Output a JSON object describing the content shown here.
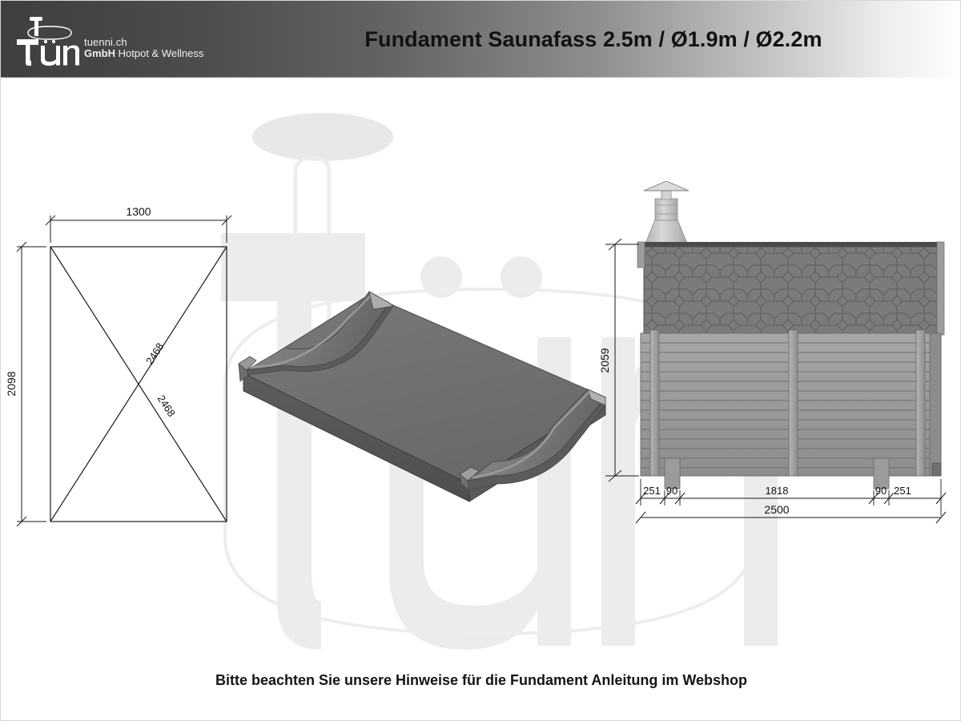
{
  "header": {
    "title": "Fundament Saunafass 2.5m / Ø1.9m / Ø2.2m",
    "logo": {
      "mark_name": "tuenni-barrel-logo",
      "wordmark": "Tünni",
      "line1": "tuenni.ch",
      "line2_bold": "GmbH",
      "line2_rest": "Hotpot & Wellness"
    },
    "gradient_from": "#3f3f3f",
    "gradient_to": "#ffffff"
  },
  "watermark": {
    "text": "Tünni"
  },
  "drawings": {
    "plan": {
      "name": "Fundament Grundriss",
      "width_label": "1300",
      "height_label": "2098",
      "diagonal_label_1": "2468",
      "diagonal_label_2": "2468"
    },
    "iso": {
      "name": "Fundament 3D Ansicht",
      "fill_top": "#6e6e6e",
      "fill_side": "#565656",
      "fill_cradle": "#7b7b7b"
    },
    "elevation": {
      "name": "Saunafass Seitenansicht",
      "height_label": "2059",
      "total_width_label": "2500",
      "chain": [
        "251",
        "90",
        "1818",
        "90",
        "251"
      ],
      "roof_color": "#7c7c7c",
      "wall_color": "#9a9a9a",
      "chimney_color": "#c8c8c8"
    }
  },
  "footer": {
    "note": "Bitte beachten Sie unsere Hinweise für die Fundament Anleitung im Webshop"
  },
  "colors": {
    "line": "#1a1a1a",
    "dim_line": "#222222",
    "page_bg": "#ffffff"
  }
}
